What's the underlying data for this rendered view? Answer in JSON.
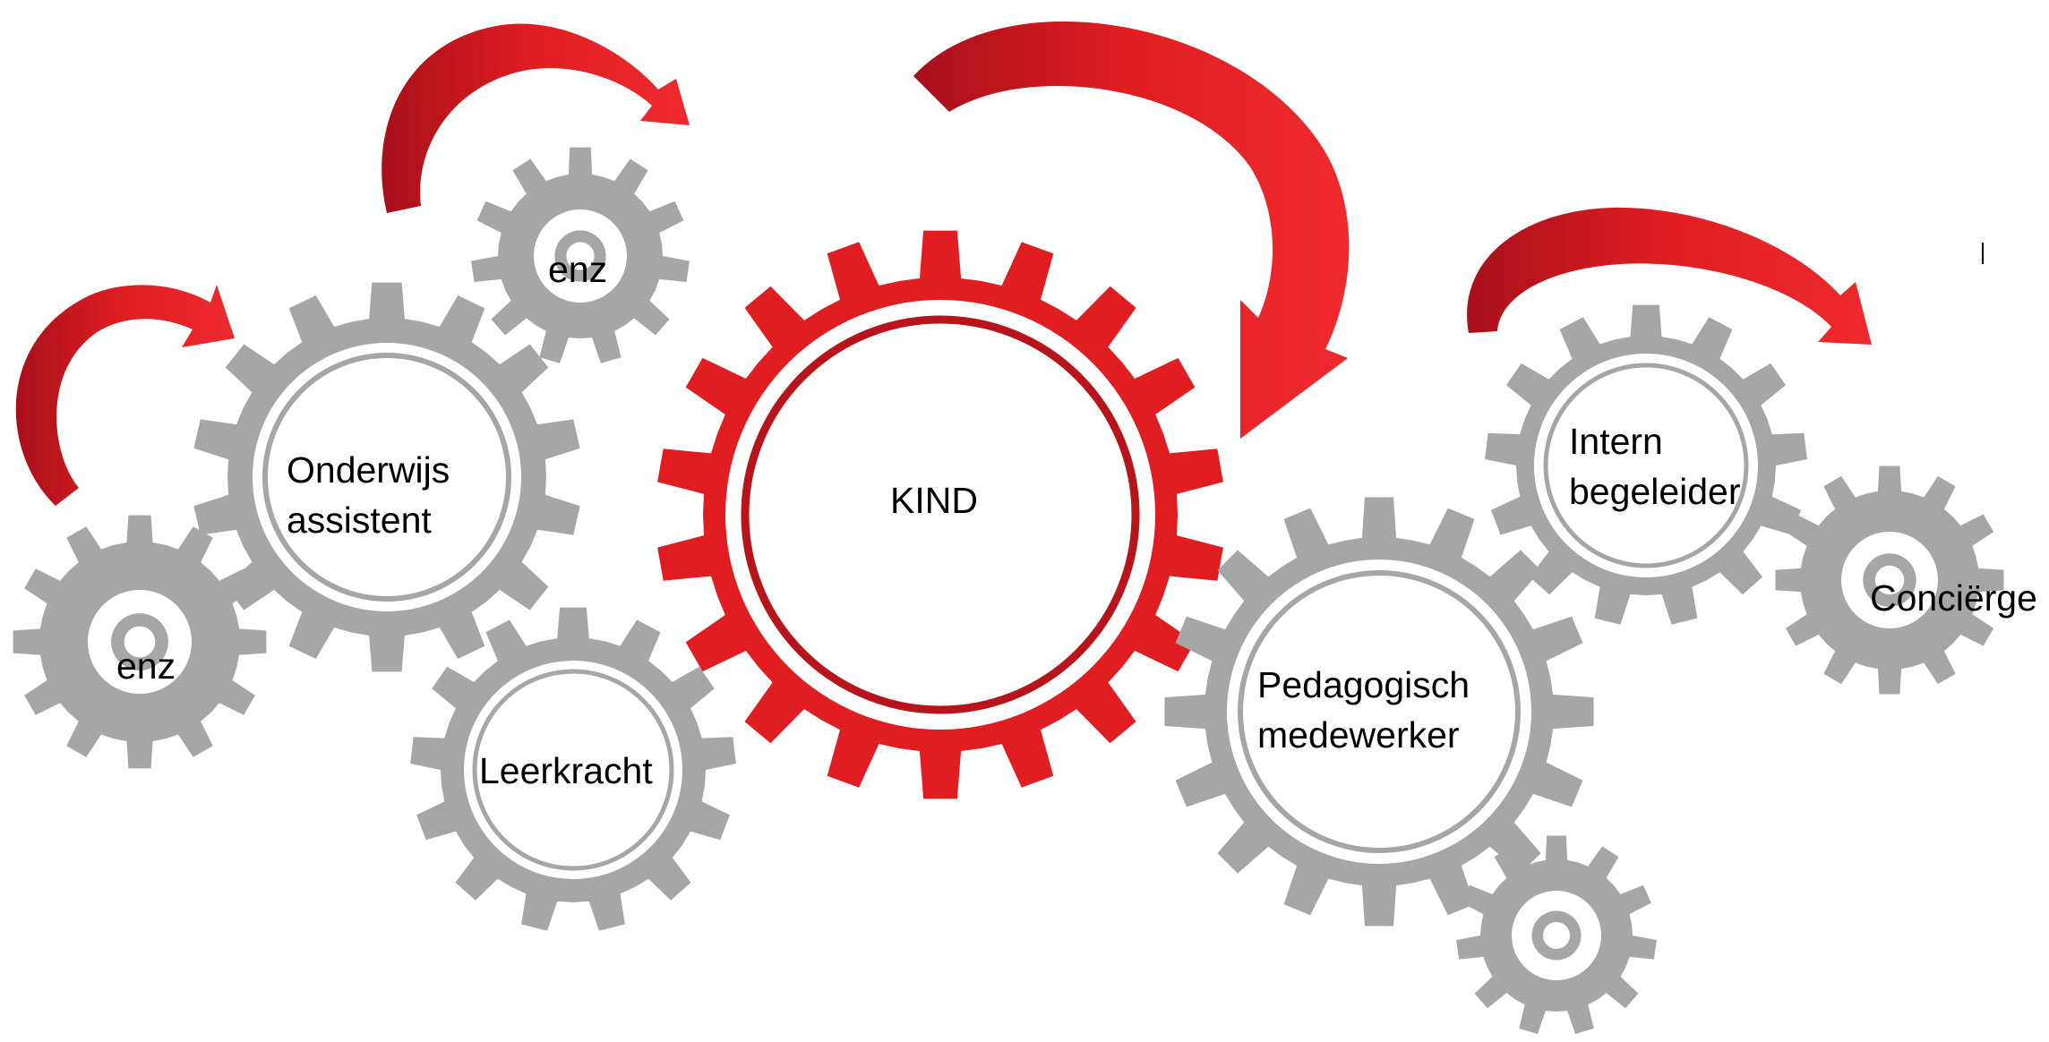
{
  "labels": {
    "kind": "KIND",
    "onderwijs_line1": "Onderwijs",
    "onderwijs_line2": "assistent",
    "leerkracht": "Leerkracht",
    "enz_top": "enz",
    "enz_left": "enz",
    "pedagogisch_line1": "Pedagogisch",
    "pedagogisch_line2": "medewerker",
    "intern_line1": "Intern",
    "intern_line2": "begeleider",
    "concierge": "Conciërge"
  },
  "colors": {
    "accent_red": "#e01e22",
    "dark_red": "#b8141b",
    "gear_gray": "#a6a6a6",
    "background": "#ffffff",
    "text": "#000000"
  }
}
